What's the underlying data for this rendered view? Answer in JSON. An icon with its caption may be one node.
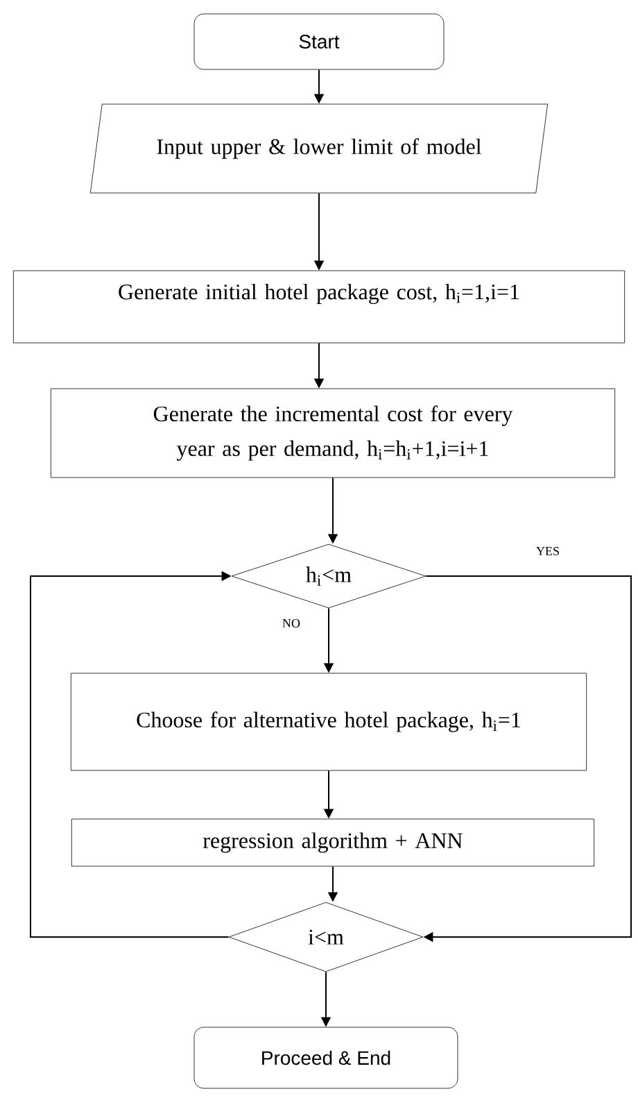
{
  "diagram": {
    "nodes": [
      {
        "text": [
          "Start"
        ]
      },
      {
        "text": [
          "Input upper & lower limit of model"
        ]
      },
      {
        "text": [
          "Generate initial hotel package cost, h$_{i}$=1,i=1"
        ]
      },
      {
        "text": [
          "Generate the incremental cost for every year as per demand, h$_{i}$=h$_{i}$+1,i=i+1"
        ]
      },
      {
        "text": [
          "h$_{i}$<m"
        ]
      },
      {
        "text": [
          "Choose for alternative hotel package, h$_{i}$=1"
        ]
      },
      {
        "text": [
          "regression algorithm + ANN"
        ]
      },
      {
        "text": [
          "i<m"
        ]
      },
      {
        "text": [
          "Proceed & End"
        ]
      }
    ],
    "edges": [
      {
        "from": 0,
        "to": 1,
        "arrow": "to"
      },
      {
        "from": 1,
        "to": 2,
        "arrow": "to"
      },
      {
        "from": 2,
        "to": 3,
        "arrow": "to"
      },
      {
        "from": 3,
        "to": 4,
        "arrow": "to"
      },
      {
        "from": 4,
        "to": 5,
        "arrow": "to",
        "label": "NO"
      },
      {
        "from": 4,
        "to": 7,
        "arrow": "to",
        "label": "YES"
      },
      {
        "from": 5,
        "to": 6,
        "arrow": "to"
      },
      {
        "from": 6,
        "to": 7,
        "arrow": "to"
      },
      {
        "from": 7,
        "to": 4,
        "arrow": "to"
      },
      {
        "from": 7,
        "to": 8,
        "arrow": "to"
      }
    ]
  }
}
